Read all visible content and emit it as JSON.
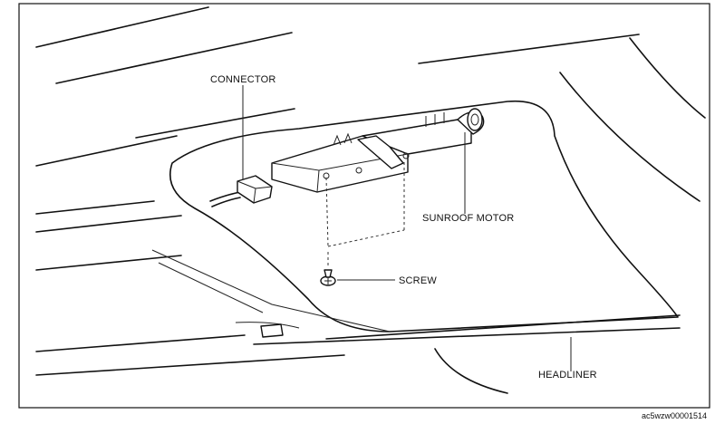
{
  "labels": {
    "connector": "CONNECTOR",
    "sunroof_motor": "SUNROOF MOTOR",
    "screw": "SCREW",
    "headliner": "HEADLINER"
  },
  "figure_code": "ac5wzw00001514"
}
